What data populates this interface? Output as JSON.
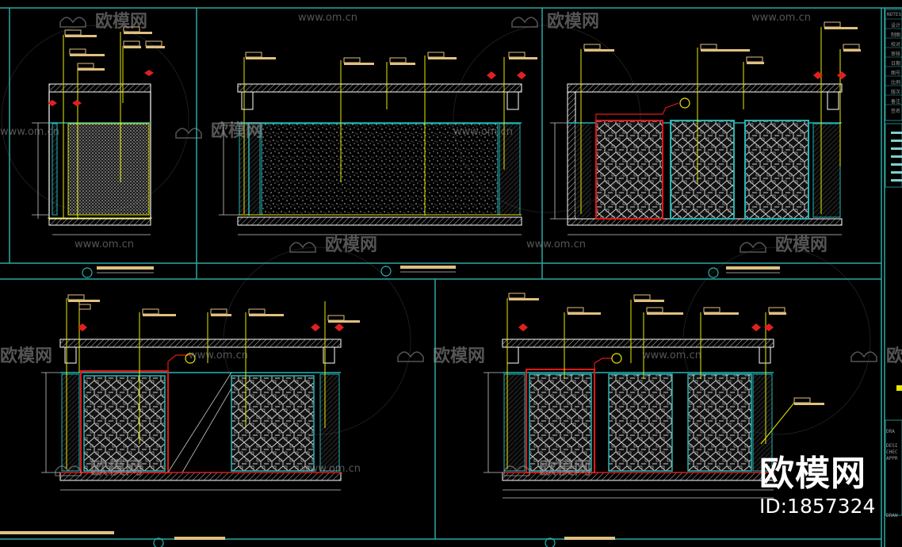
{
  "watermark": {
    "brand_cn": "欧模网",
    "site_url": "www.om.cn"
  },
  "overlay": {
    "brand": "欧模网",
    "id_text": "ID:1857324"
  },
  "title_block": {
    "header_label": "NOTES",
    "rows": [
      "设计",
      "制图",
      "校对",
      "审核",
      "日期",
      "图号",
      "比例",
      "版次",
      "备注",
      "签名"
    ],
    "lower_labels": [
      "DRA",
      "DESI",
      "CHEC",
      "APPR",
      "DRAW"
    ]
  },
  "colors": {
    "background": "#000000",
    "frame": "#2aa7a3",
    "wall": "#ffffff",
    "tag": "#e0c080",
    "leader": "#e8e800",
    "panel_outline": "#23b5b5",
    "door_red": "#e01818",
    "marker_red": "#e02020",
    "dimension": "#c8c8c8",
    "watermark": "#9a9a9a"
  }
}
